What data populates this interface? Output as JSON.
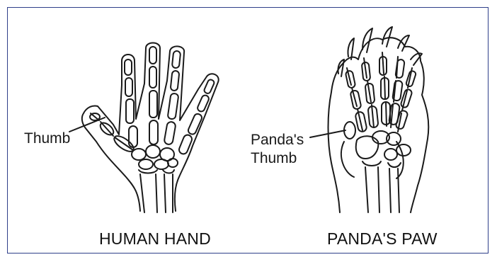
{
  "colors": {
    "border": "#2f3f8a",
    "ink": "#1a1a1a",
    "background": "#ffffff"
  },
  "human": {
    "title": "HUMAN HAND",
    "thumb_label": "Thumb"
  },
  "panda": {
    "title": "PANDA'S PAW",
    "thumb_label_line1": "Panda's",
    "thumb_label_line2": "Thumb"
  }
}
